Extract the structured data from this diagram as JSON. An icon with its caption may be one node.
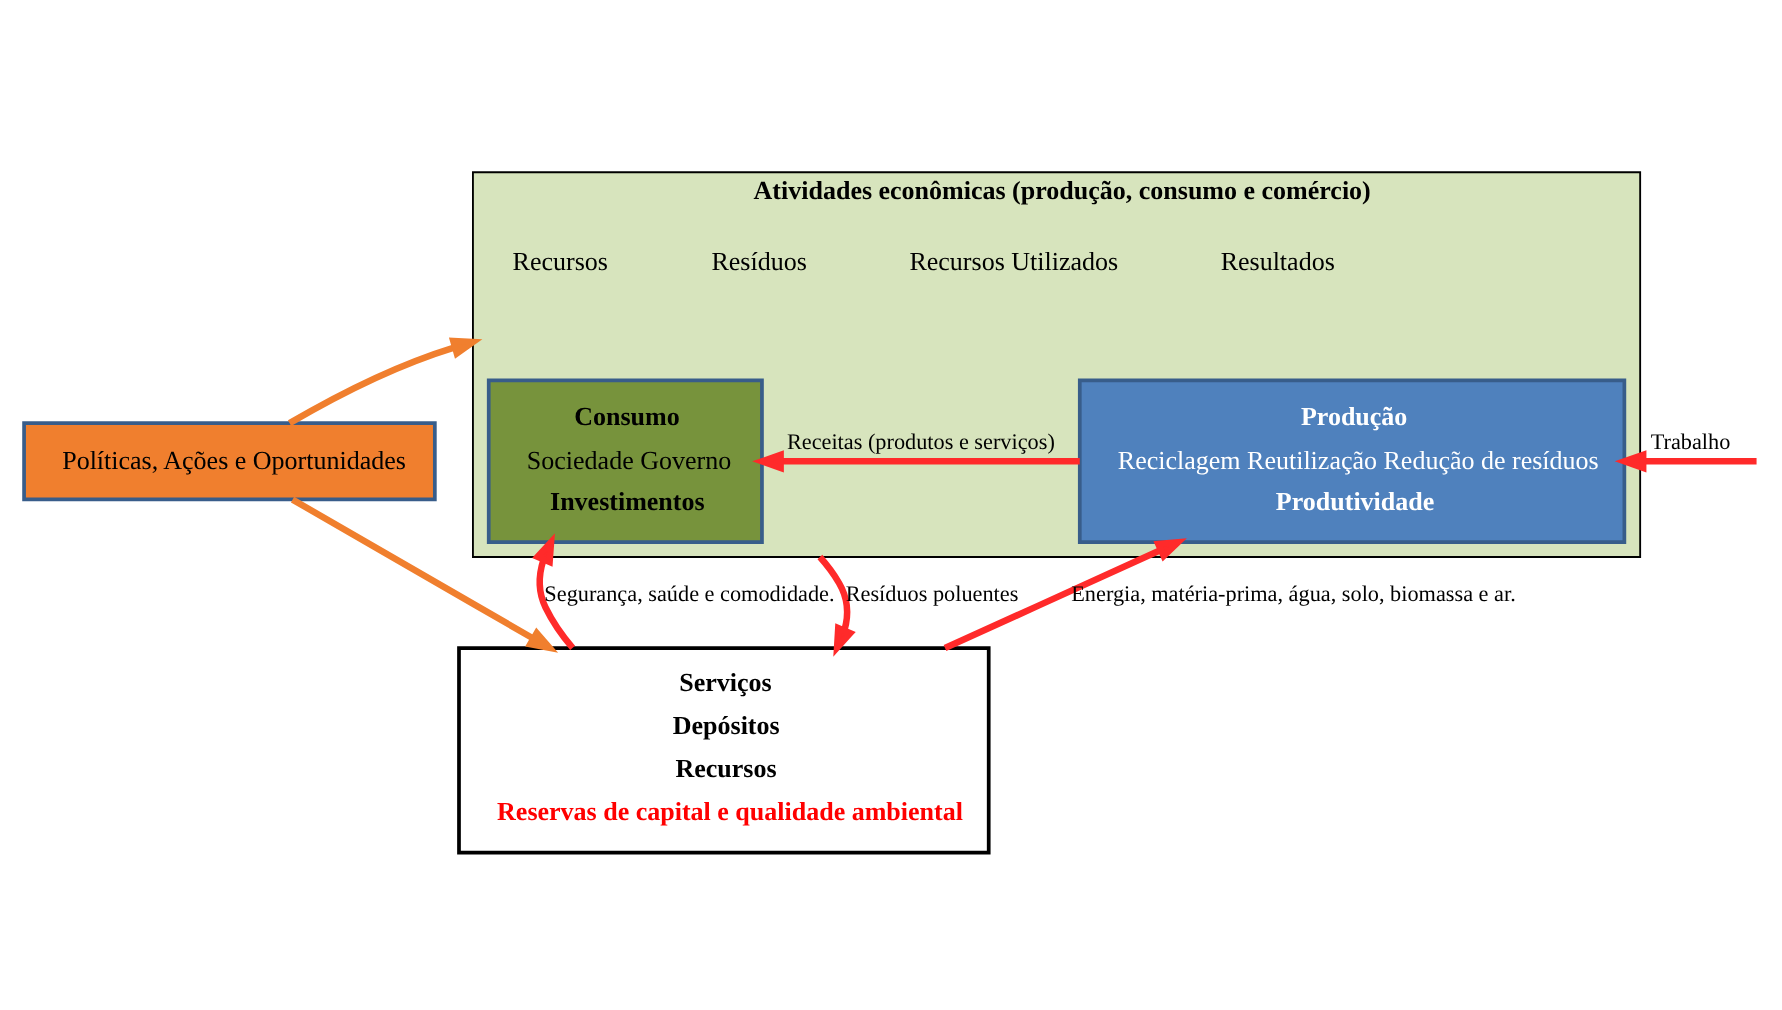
{
  "diagram": {
    "nodes": [
      {
        "text": [
          "Atividades econômicas (produção, consumo e comércio)"
        ]
      },
      {
        "text": [
          "Consumo",
          "Sociedade Governo",
          "Investimentos"
        ],
        "in": 0
      },
      {
        "text": [
          "Produção",
          "Reciclagem Reutilização Redução de resíduos",
          "Produtividade"
        ],
        "in": 0
      },
      {
        "text": [
          "Políticas, Ações e Oportunidades"
        ]
      },
      {
        "text": [
          "Serviços",
          "Depósitos",
          "Recursos",
          "Reservas de capital e qualidade ambiental"
        ]
      }
    ],
    "edges": [
      {
        "from": 2,
        "to": 1,
        "arrow": "to",
        "label": "Receitas (produtos e serviços)"
      },
      {
        "from": null,
        "to": 2,
        "arrow": "to",
        "label": "Trabalho"
      },
      {
        "from": 3,
        "to": 0,
        "arrow": "to",
        "color": "#f07f2e"
      },
      {
        "from": 4,
        "to": 1,
        "arrow": "to",
        "label": "Segurança, saúde e comodidade."
      },
      {
        "from": 0,
        "to": 4,
        "arrow": "to",
        "label": "Resíduos poluentes"
      },
      {
        "from": 4,
        "to": 2,
        "arrow": "to",
        "label": "Energia, matéria-prima, água, solo, biomassa e ar."
      },
      {
        "from": 3,
        "to": 4,
        "arrow": "to",
        "color": "#f07f2e"
      }
    ],
    "labels": [
      "Resultados",
      "Recursos Utilizados",
      "Resíduos",
      "Recursos"
    ]
  }
}
